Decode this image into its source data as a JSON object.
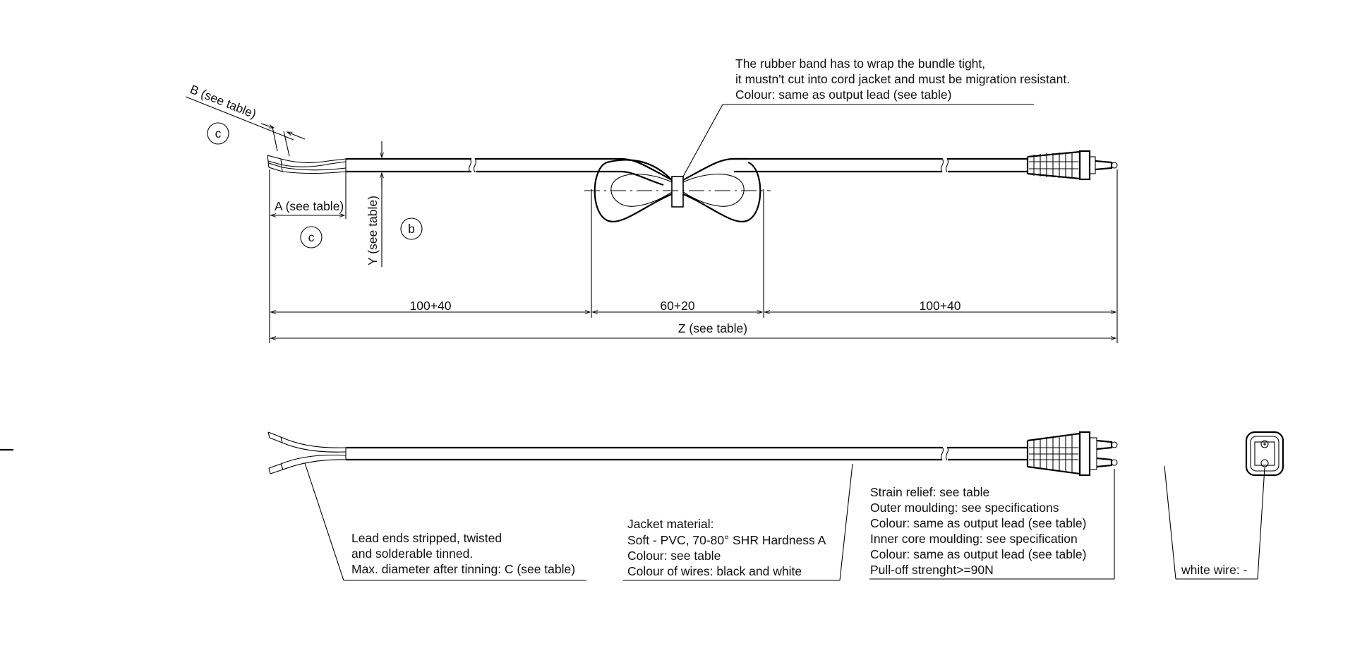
{
  "top_view": {
    "rubber_band_note": [
      "The rubber band has to wrap the bundle tight,",
      "it mustn't cut into cord jacket and must be migration resistant.",
      "Colour: same as output lead (see table)"
    ],
    "dim_b": "B (see table)",
    "dim_a": "A (see table)",
    "dim_y": "Y (see table)",
    "dim_left": "100+40",
    "dim_mid": "60+20",
    "dim_right": "100+40",
    "dim_z": "Z (see table)",
    "ref_c": "c",
    "ref_b": "b"
  },
  "bottom_view": {
    "lead_note": [
      "Lead ends stripped, twisted",
      "and solderable tinned.",
      "Max. diameter after tinning: C (see table)"
    ],
    "jacket_note": [
      "Jacket material:",
      "Soft - PVC, 70-80° SHR Hardness A",
      "Colour: see table",
      "Colour of wires: black and white"
    ],
    "strain_note": [
      "Strain relief: see table",
      "Outer moulding: see specifications",
      "Colour: same as output lead (see table)",
      "Inner core moulding: see specification",
      "Colour: same as output lead (see table)",
      "Pull-off strenght>=90N"
    ],
    "wire_note": "white wire: -"
  }
}
